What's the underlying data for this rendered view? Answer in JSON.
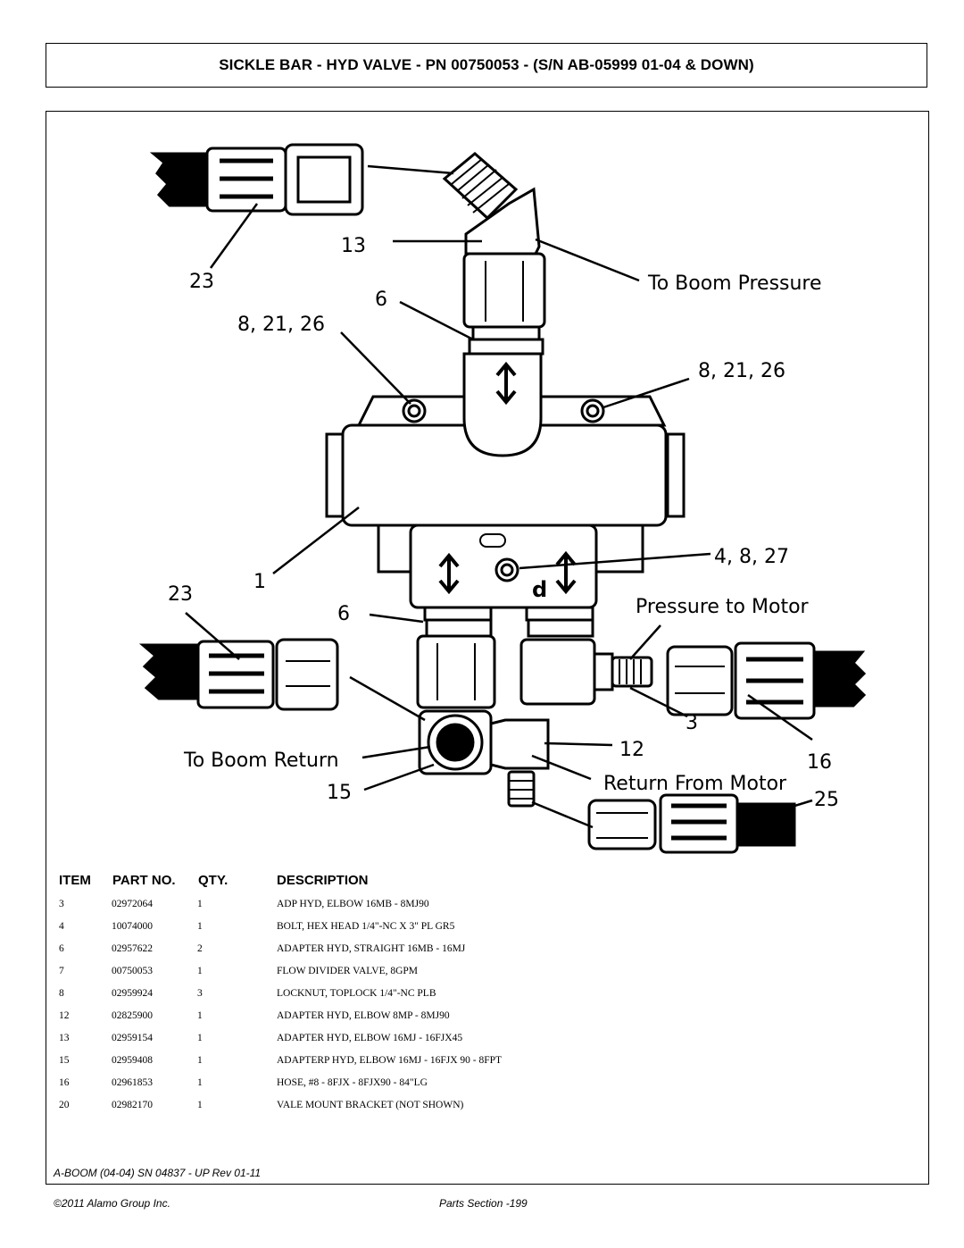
{
  "title": "SICKLE BAR - HYD VALVE - PN 00750053 - (S/N AB-05999 01-04 & DOWN)",
  "diagram": {
    "labels": {
      "n13": "13",
      "n23_top": "23",
      "to_boom_pressure": "To Boom Pressure",
      "n6_top": "6",
      "n8_21_26_left": "8, 21, 26",
      "n8_21_26_right": "8, 21, 26",
      "n4_8_27": "4, 8, 27",
      "n1": "1",
      "n23_bottom": "23",
      "pressure_to_motor": "Pressure to Motor",
      "n6_bottom": "6",
      "n3": "3",
      "n12": "12",
      "to_boom_return": "To Boom Return",
      "n16": "16",
      "return_from_motor": "Return From Motor",
      "n15": "15",
      "n25": "25",
      "valve_mark": "d"
    }
  },
  "table": {
    "headers": {
      "item": "ITEM",
      "part_no": "PART NO.",
      "qty": "QTY.",
      "description": "DESCRIPTION"
    },
    "rows": [
      {
        "item": "3",
        "part_no": "02972064",
        "qty": "1",
        "description": "ADP HYD,  ELBOW 16MB - 8MJ90"
      },
      {
        "item": "4",
        "part_no": "10074000",
        "qty": "1",
        "description": "BOLT, HEX HEAD 1/4\"-NC X 3\" PL GR5"
      },
      {
        "item": "6",
        "part_no": "02957622",
        "qty": "2",
        "description": "ADAPTER HYD, STRAIGHT 16MB - 16MJ"
      },
      {
        "item": "7",
        "part_no": "00750053",
        "qty": "1",
        "description": "FLOW DIVIDER VALVE,  8GPM"
      },
      {
        "item": "8",
        "part_no": "02959924",
        "qty": "3",
        "description": "LOCKNUT, TOPLOCK 1/4\"-NC PLB"
      },
      {
        "item": "12",
        "part_no": "02825900",
        "qty": "1",
        "description": "ADAPTER HYD, ELBOW 8MP - 8MJ90"
      },
      {
        "item": "13",
        "part_no": "02959154",
        "qty": "1",
        "description": "ADAPTER HYD, ELBOW 16MJ - 16FJX45"
      },
      {
        "item": "15",
        "part_no": "02959408",
        "qty": "1",
        "description": "ADAPTERP HYD, ELBOW 16MJ - 16FJX 90 - 8FPT"
      },
      {
        "item": "16",
        "part_no": "02961853",
        "qty": "1",
        "description": "HOSE, #8 - 8FJX  - 8FJX90 - 84\"LG"
      },
      {
        "item": "20",
        "part_no": "02982170",
        "qty": "1",
        "description": "VALE MOUNT BRACKET (NOT SHOWN)"
      }
    ]
  },
  "footer": {
    "reference": "A-BOOM (04-04) SN 04837 - UP Rev 01-11",
    "copyright": "©2011 Alamo Group Inc.",
    "page": "Parts Section -199"
  }
}
